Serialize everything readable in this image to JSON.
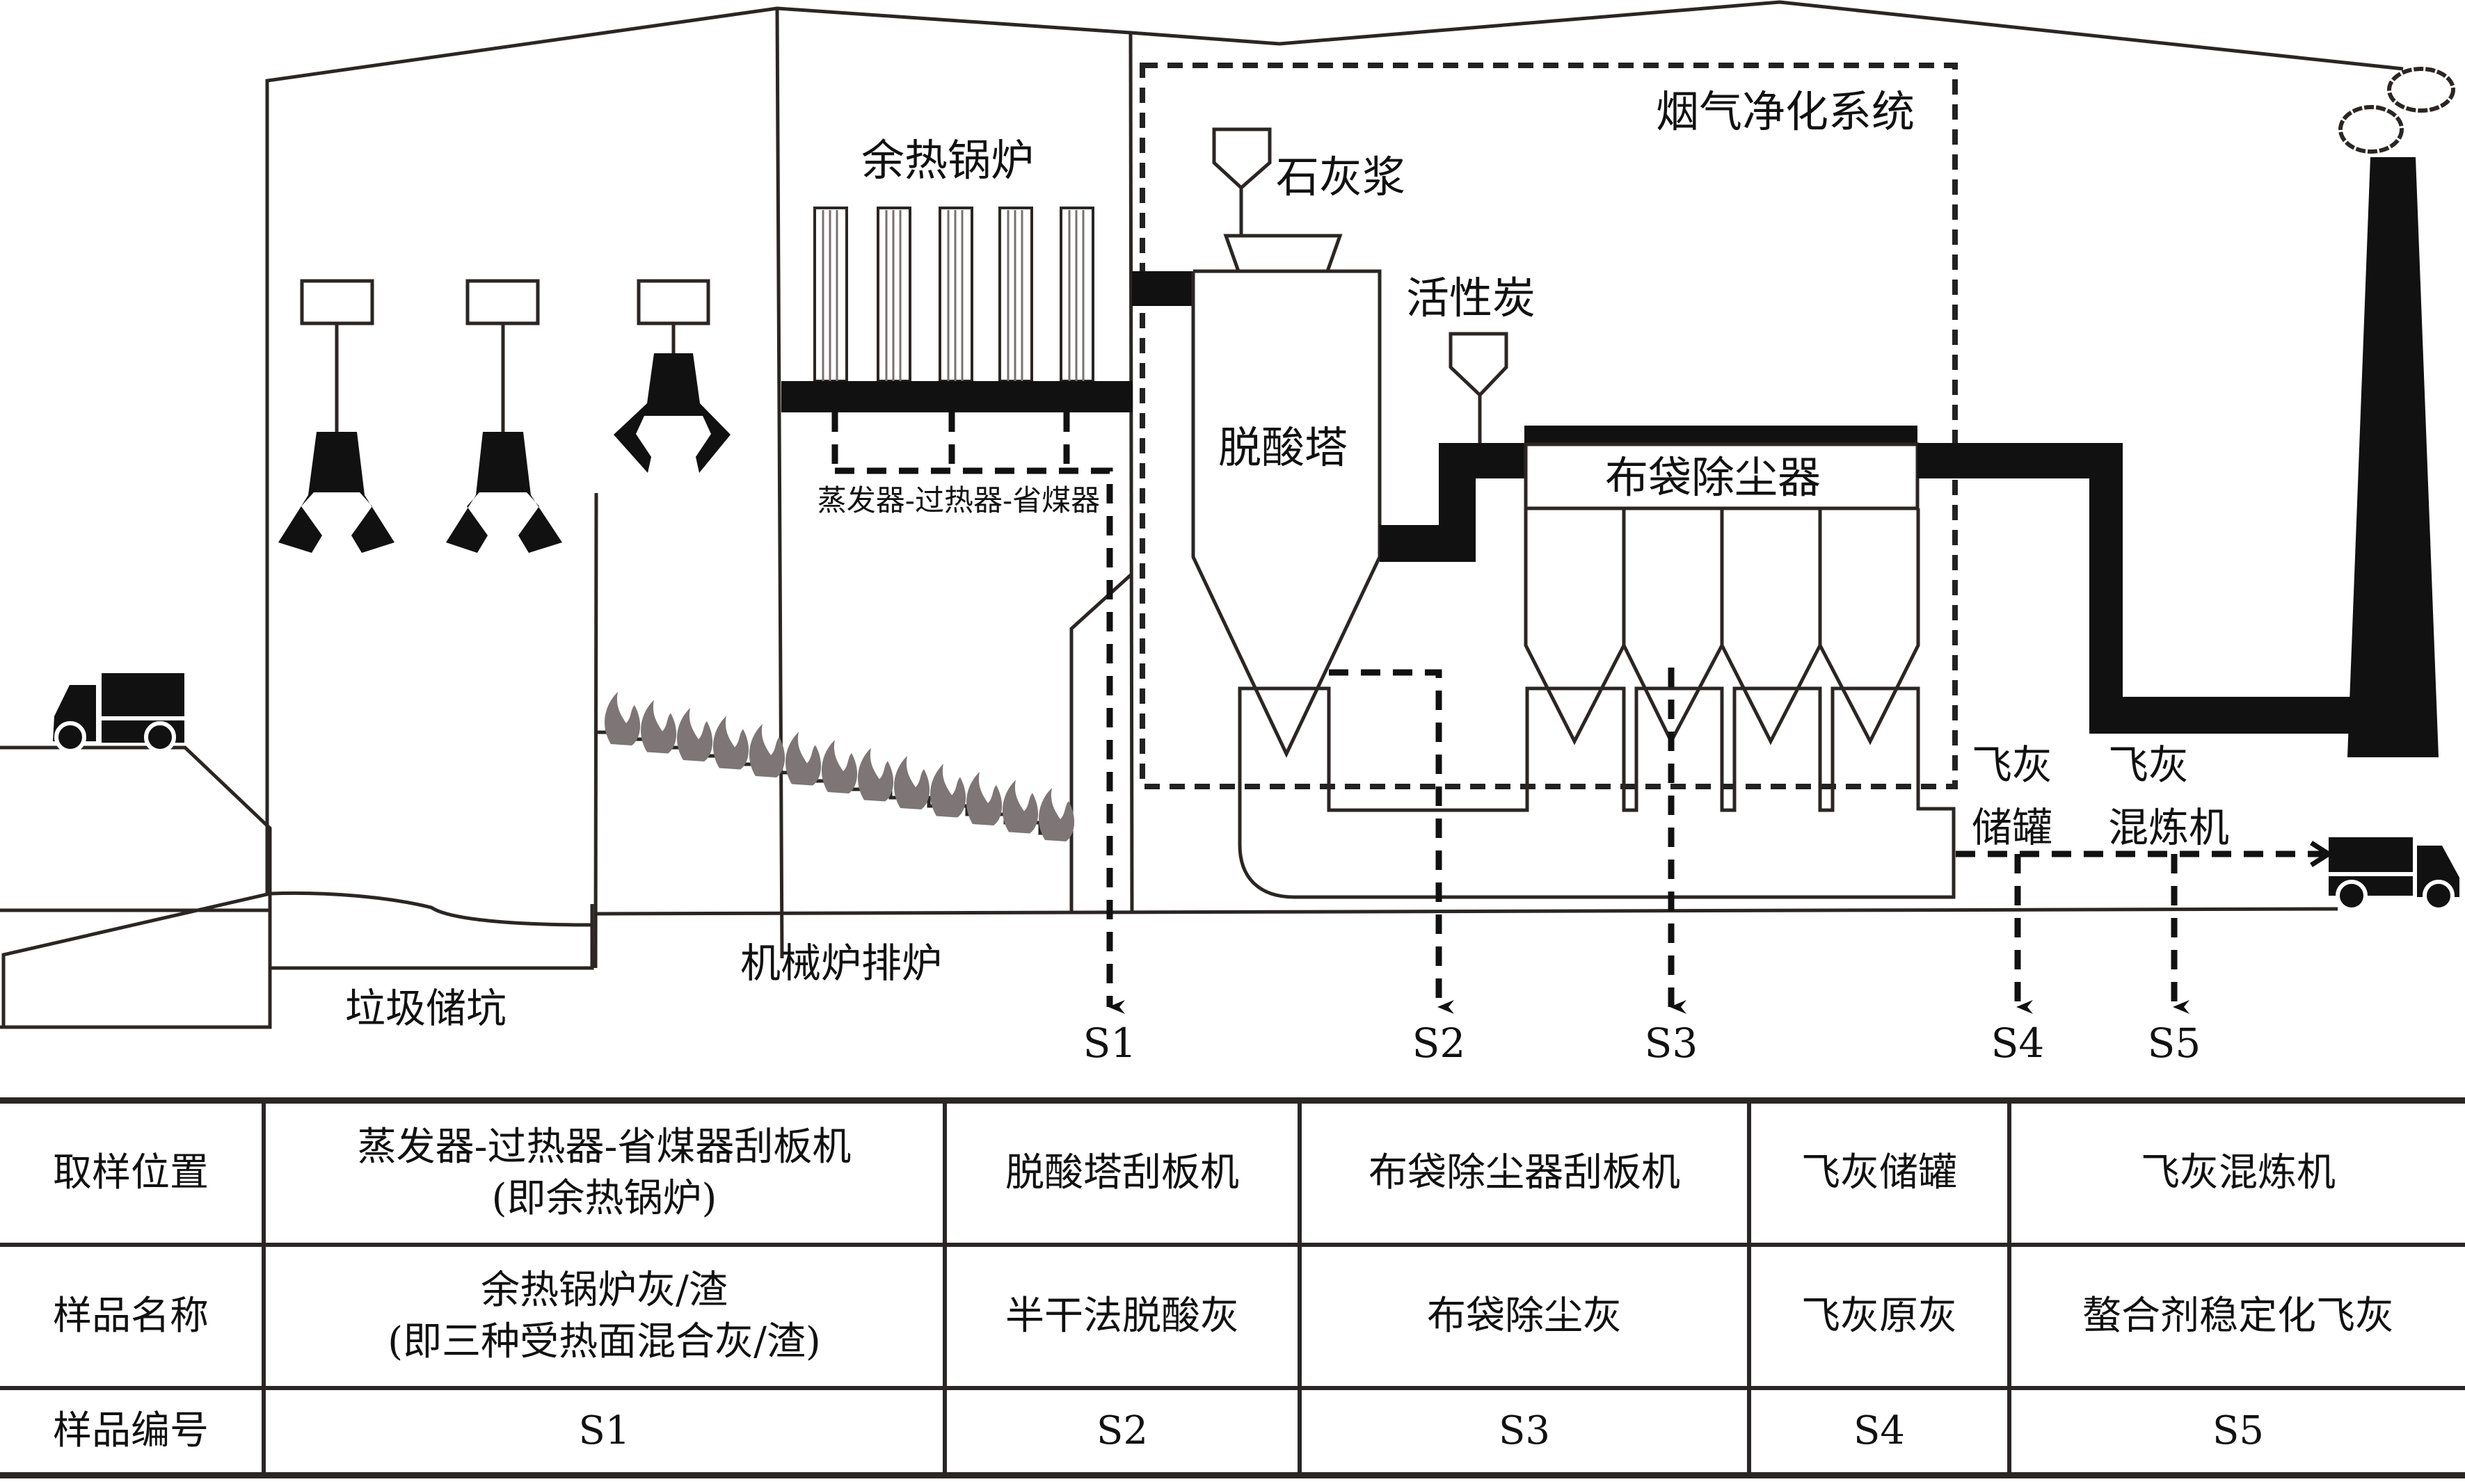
{
  "diagram": {
    "labels": {
      "boiler": "余热锅炉",
      "boiler_parts": "蒸发器-过热器-省煤器",
      "flue_gas_system": "烟气净化系统",
      "lime_slurry": "石灰浆",
      "activated_carbon": "活性炭",
      "deacid_tower": "脱酸塔",
      "baghouse": "布袋除尘器",
      "fly_ash_tank_line1": "飞灰",
      "fly_ash_tank_line2": "储罐",
      "fly_ash_mixer_line1": "飞灰",
      "fly_ash_mixer_line2": "混炼机",
      "waste_pit": "垃圾储坑",
      "grate_furnace": "机械炉排炉"
    },
    "sample_points": [
      "S1",
      "S2",
      "S3",
      "S4",
      "S5"
    ],
    "colors": {
      "line": "#2b2624",
      "fill": "#111111",
      "flame": "#7e7676"
    }
  },
  "table": {
    "rows": [
      {
        "header": "取样位置",
        "cells": [
          [
            "蒸发器-过热器-省煤器刮板机",
            "(即余热锅炉)"
          ],
          [
            "脱酸塔刮板机"
          ],
          [
            "布袋除尘器刮板机"
          ],
          [
            "飞灰储罐"
          ],
          [
            "飞灰混炼机"
          ]
        ]
      },
      {
        "header": "样品名称",
        "cells": [
          [
            "余热锅炉灰/渣",
            "(即三种受热面混合灰/渣)"
          ],
          [
            "半干法脱酸灰"
          ],
          [
            "布袋除尘灰"
          ],
          [
            "飞灰原灰"
          ],
          [
            "螯合剂稳定化飞灰"
          ]
        ]
      },
      {
        "header": "样品编号",
        "cells": [
          [
            "S1"
          ],
          [
            "S2"
          ],
          [
            "S3"
          ],
          [
            "S4"
          ],
          [
            "S5"
          ]
        ]
      }
    ]
  }
}
